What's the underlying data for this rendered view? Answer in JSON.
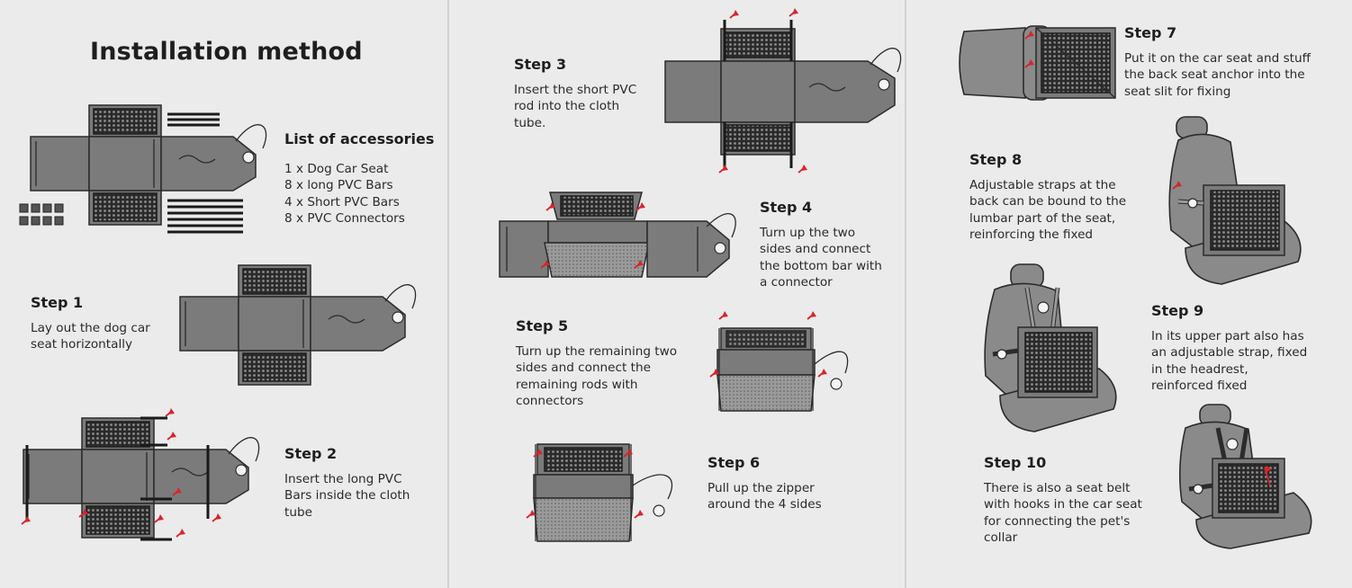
{
  "title": "Installation method",
  "accessories": {
    "heading": "List of accessories",
    "items": [
      "1 x Dog Car Seat",
      "8 x long PVC Bars",
      "4 x Short PVC Bars",
      "8 x PVC Connectors"
    ]
  },
  "steps": [
    {
      "heading": "Step 1",
      "text": "Lay out the dog car\nseat horizontally"
    },
    {
      "heading": "Step 2",
      "text": "Insert the long PVC\nBars inside the cloth\ntube"
    },
    {
      "heading": "Step 3",
      "text": "Insert the short PVC\nrod into the cloth\ntube."
    },
    {
      "heading": "Step 4",
      "text": "Turn up the two\nsides and connect\nthe bottom bar with\na connector"
    },
    {
      "heading": "Step 5",
      "text": "Turn up the remaining two\nsides and connect the\nremaining rods with\nconnectors"
    },
    {
      "heading": "Step 6",
      "text": "Pull up the zipper\naround the 4 sides"
    },
    {
      "heading": "Step 7",
      "text": "Put it on the car seat and stuff\nthe back seat anchor into the\nseat slit for fixing"
    },
    {
      "heading": "Step 8",
      "text": "Adjustable straps at the\nback can be bound to the\nlumbar part of the seat,\nreinforcing the fixed"
    },
    {
      "heading": "Step 9",
      "text": "In its upper part also has\nan adjustable strap, fixed\nin the headrest,\nreinforced fixed"
    },
    {
      "heading": "Step 10",
      "text": "There is also a seat belt\nwith hooks in the car seat\nfor connecting the pet's\ncollar"
    }
  ],
  "colors": {
    "background": "#ebebeb",
    "arrow": "#d6252b",
    "fabric": "#7b7b7b",
    "outline": "#2b2b2b"
  }
}
